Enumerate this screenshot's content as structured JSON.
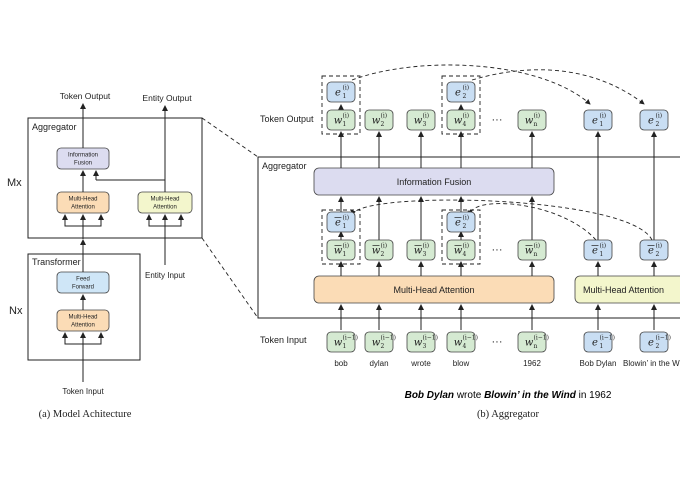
{
  "left": {
    "token_output": "Token Output",
    "entity_output": "Entity Output",
    "aggregator": "Aggregator",
    "mx": "Mx",
    "information_fusion": [
      "Information",
      "Fusion"
    ],
    "mha": [
      "Multi-Head",
      "Attention"
    ],
    "entity_input": "Entity Input",
    "transformer": "Transformer",
    "nx": "Nx",
    "feed_forward": [
      "Feed",
      "Forward"
    ],
    "token_input": "Token Input",
    "caption": "(a) Model Achitecture"
  },
  "right": {
    "token_output": "Token Output",
    "aggregator": "Aggregator",
    "information_fusion": "Information Fusion",
    "multi_head_attention": "Multi-Head Attention",
    "multi_head_attention_entity": "Multi-Head Attention",
    "token_input": "Token Input",
    "dots": "···",
    "word_labels": [
      "bob",
      "dylan",
      "wrote",
      "blow",
      "",
      "1962"
    ],
    "entity_labels": [
      "Bob Dylan",
      "Blowin’ in the Wind"
    ],
    "sentence": [
      {
        "text": "Bob Dylan",
        "bold": true
      },
      {
        "text": " wrote ",
        "bold": false
      },
      {
        "text": "Blowin’ in the Wind",
        "bold": true
      },
      {
        "text": " in 1962",
        "bold": false
      }
    ],
    "caption": "(b) Aggregator"
  },
  "colors": {
    "green": "#d5ead2",
    "blue": "#c9def3",
    "orange": "#fbdcb6",
    "yellow": "#f3f6cc",
    "lavender": "#dcdcf0",
    "feed_blue": "#cfe6f7"
  }
}
